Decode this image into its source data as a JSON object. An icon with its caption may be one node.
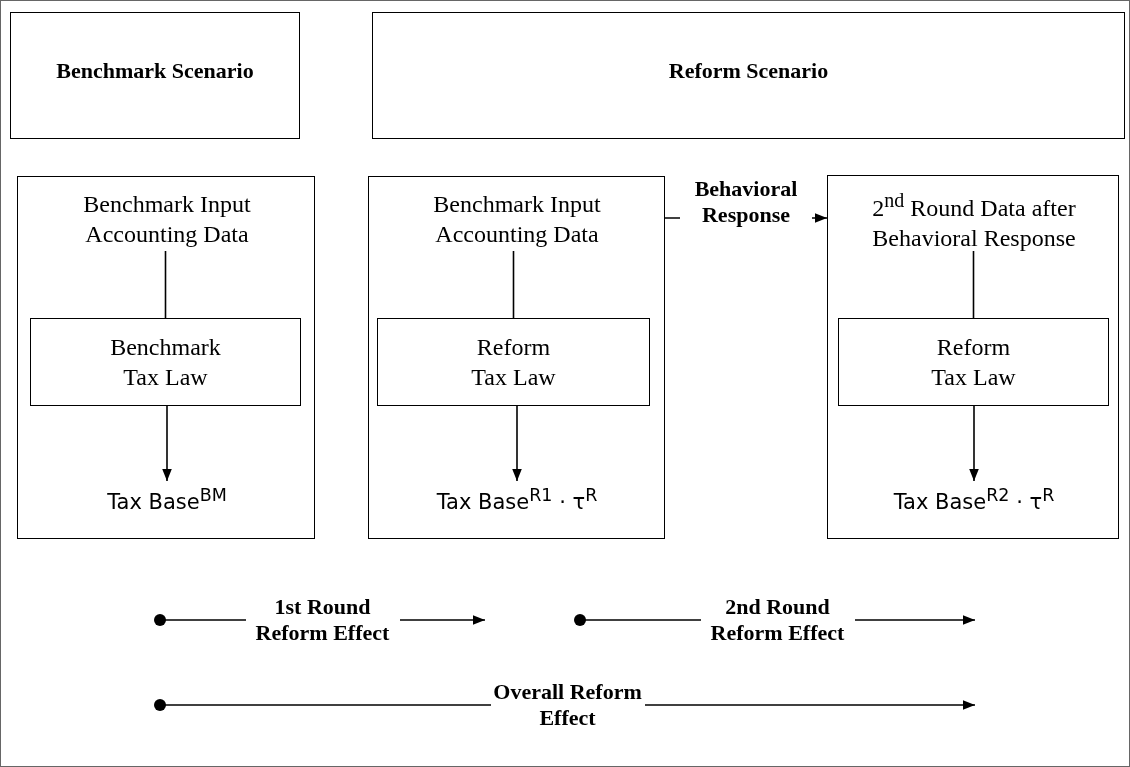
{
  "diagram": {
    "nodes": [
      {
        "text": [
          "Benchmark Scenario"
        ]
      },
      {
        "text": [
          "Reform Scenario"
        ]
      },
      {
        "text": [],
        "shape": "box"
      },
      {
        "text": [
          "Benchmark Input Accounting Data"
        ],
        "in": 2
      },
      {
        "text": [
          "Benchmark Tax Law"
        ],
        "in": 2
      },
      {
        "text": [
          "Tax Base$^{BM}$"
        ],
        "in": 2
      },
      {
        "text": [],
        "shape": "box"
      },
      {
        "text": [
          "Benchmark Input Accounting Data"
        ],
        "in": 6
      },
      {
        "text": [
          "Reform Tax Law"
        ],
        "in": 6
      },
      {
        "text": [
          "Tax Base$^{R1}$ · τ$^{R}$"
        ],
        "in": 6
      },
      {
        "text": [],
        "shape": "box"
      },
      {
        "text": [
          "2$^{nd}$ Round Data after Behavioral Response"
        ],
        "in": 10
      },
      {
        "text": [
          "Reform Tax Law"
        ],
        "in": 10
      },
      {
        "text": [
          "Tax Base$^{R2}$ · τ$^{R}$"
        ],
        "in": 10
      }
    ],
    "edges": [
      {
        "from": 3,
        "to": 4,
        "arrow": "none"
      },
      {
        "from": 4,
        "to": 5,
        "arrow": "to"
      },
      {
        "from": 7,
        "to": 8,
        "arrow": "none"
      },
      {
        "from": 8,
        "to": 9,
        "arrow": "to"
      },
      {
        "from": 6,
        "to": 10,
        "arrow": "to",
        "label": "Behavioral Response"
      },
      {
        "from": 11,
        "to": 12,
        "arrow": "none"
      },
      {
        "from": 12,
        "to": 13,
        "arrow": "to"
      }
    ],
    "labels": [
      "1st Round Reform Effect",
      "2nd Round Reform Effect",
      "Overall Reform Effect"
    ]
  }
}
